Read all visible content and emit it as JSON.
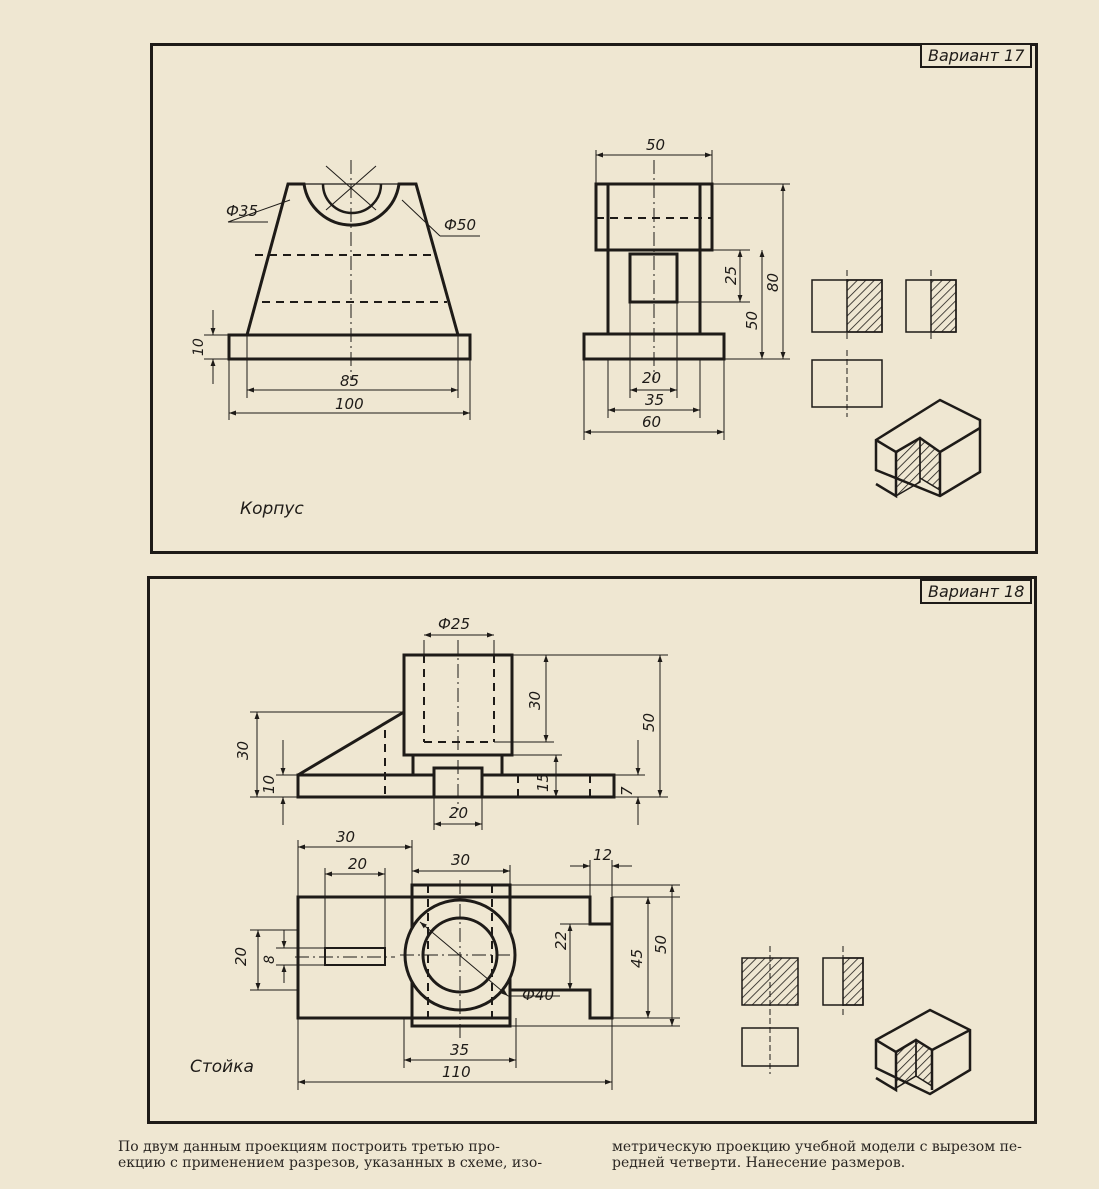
{
  "variant17": {
    "tag": "Вариант 17",
    "title": "Корпус",
    "dims": {
      "phi35": "Ф35",
      "phi50": "Ф50",
      "d10": "10",
      "d85": "85",
      "d100": "100",
      "d50top": "50",
      "d25": "25",
      "d50": "50",
      "d80": "80",
      "d20": "20",
      "d35": "35",
      "d60": "60"
    }
  },
  "variant18": {
    "tag": "Вариант 18",
    "title": "Стойка",
    "dims": {
      "phi25": "Ф25",
      "d30v": "30",
      "d50v": "50",
      "d30l": "30",
      "d10l": "10",
      "d15": "15",
      "d7": "7",
      "d20b": "20",
      "t30": "30",
      "t20": "20",
      "t30c": "30",
      "t12": "12",
      "l20": "20",
      "l8": "8",
      "d22": "22",
      "d45": "45",
      "d50r": "50",
      "phi40": "Ф40",
      "d35": "35",
      "d110": "110"
    }
  },
  "caption": {
    "left_line1": "По двум данным проекциям построить третью про-",
    "left_line2": "екцию с применением разрезов, указанных в схеме, изо-",
    "right_line1": "метрическую проекцию учебной модели с вырезом пе-",
    "right_line2": "редней четверти. Нанесение размеров."
  }
}
